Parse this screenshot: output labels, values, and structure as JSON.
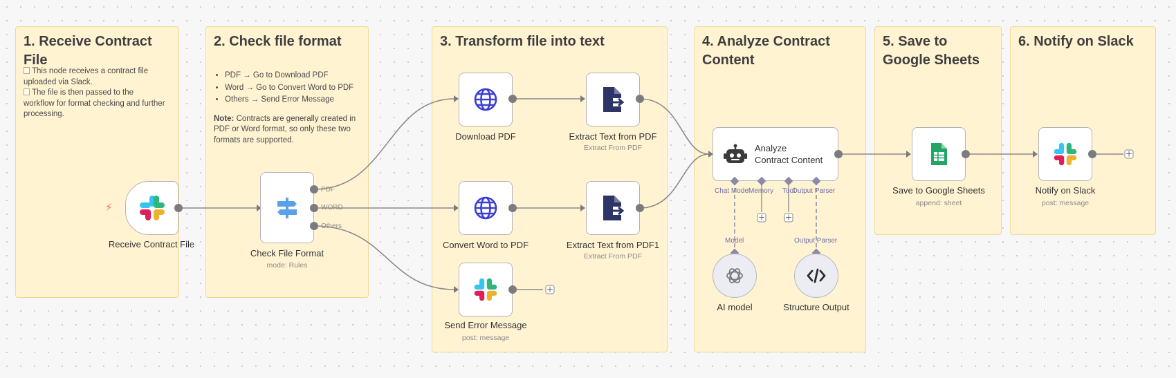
{
  "stickies": {
    "s1": {
      "title": "1. Receive Contract File",
      "line1": "This node receives a contract file uploaded via Slack.",
      "line2": "The file is then passed to the workflow for format checking and further processing."
    },
    "s2": {
      "title": "2. Check file format",
      "bullets": [
        "PDF → Go to Download PDF",
        "Word → Go to Convert Word to PDF",
        "Others → Send Error Message"
      ],
      "note_bold": "Note:",
      "note_text": " Contracts are generally created in PDF or Word format, so only these two formats are supported."
    },
    "s3": {
      "title": "3. Transform file into text"
    },
    "s4": {
      "title": "4. Analyze Contract Content"
    },
    "s5": {
      "title": "5. Save to Google Sheets"
    },
    "s6": {
      "title": "6. Notify on Slack"
    }
  },
  "nodes": {
    "receive": {
      "label": "Receive Contract File"
    },
    "check": {
      "label": "Check File Format",
      "sub": "mode: Rules",
      "out_pdf": "PDF",
      "out_word": "WORD",
      "out_others": "Others"
    },
    "download": {
      "label": "Download PDF"
    },
    "convert": {
      "label": "Convert Word to PDF"
    },
    "error": {
      "label": "Send Error Message",
      "sub": "post: message"
    },
    "extract1": {
      "label": "Extract Text from PDF",
      "sub": "Extract From PDF"
    },
    "extract2": {
      "label": "Extract Text from PDF1",
      "sub": "Extract From PDF"
    },
    "analyze": {
      "label_l1": "Analyze",
      "label_l2": "Contract Content",
      "in_chat": "Chat Model",
      "in_memory": "Memory",
      "in_tool": "Tool",
      "in_parser": "Output Parser"
    },
    "model": {
      "label": "AI model",
      "conn": "Model"
    },
    "structure": {
      "label": "Structure Output",
      "conn": "Output Parser"
    },
    "sheets": {
      "label": "Save to Google Sheets",
      "sub": "append: sheet"
    },
    "notify": {
      "label": "Notify on Slack",
      "sub": "post: message"
    }
  },
  "colors": {
    "sticky_bg": "#fff3d2",
    "wire": "#8a8a8a",
    "sub_wire": "#8a8aa8",
    "globe": "#3b3fd4",
    "doc_icon": "#2c3566",
    "sheets": "#23a566",
    "switch": "#5aa1e6"
  }
}
